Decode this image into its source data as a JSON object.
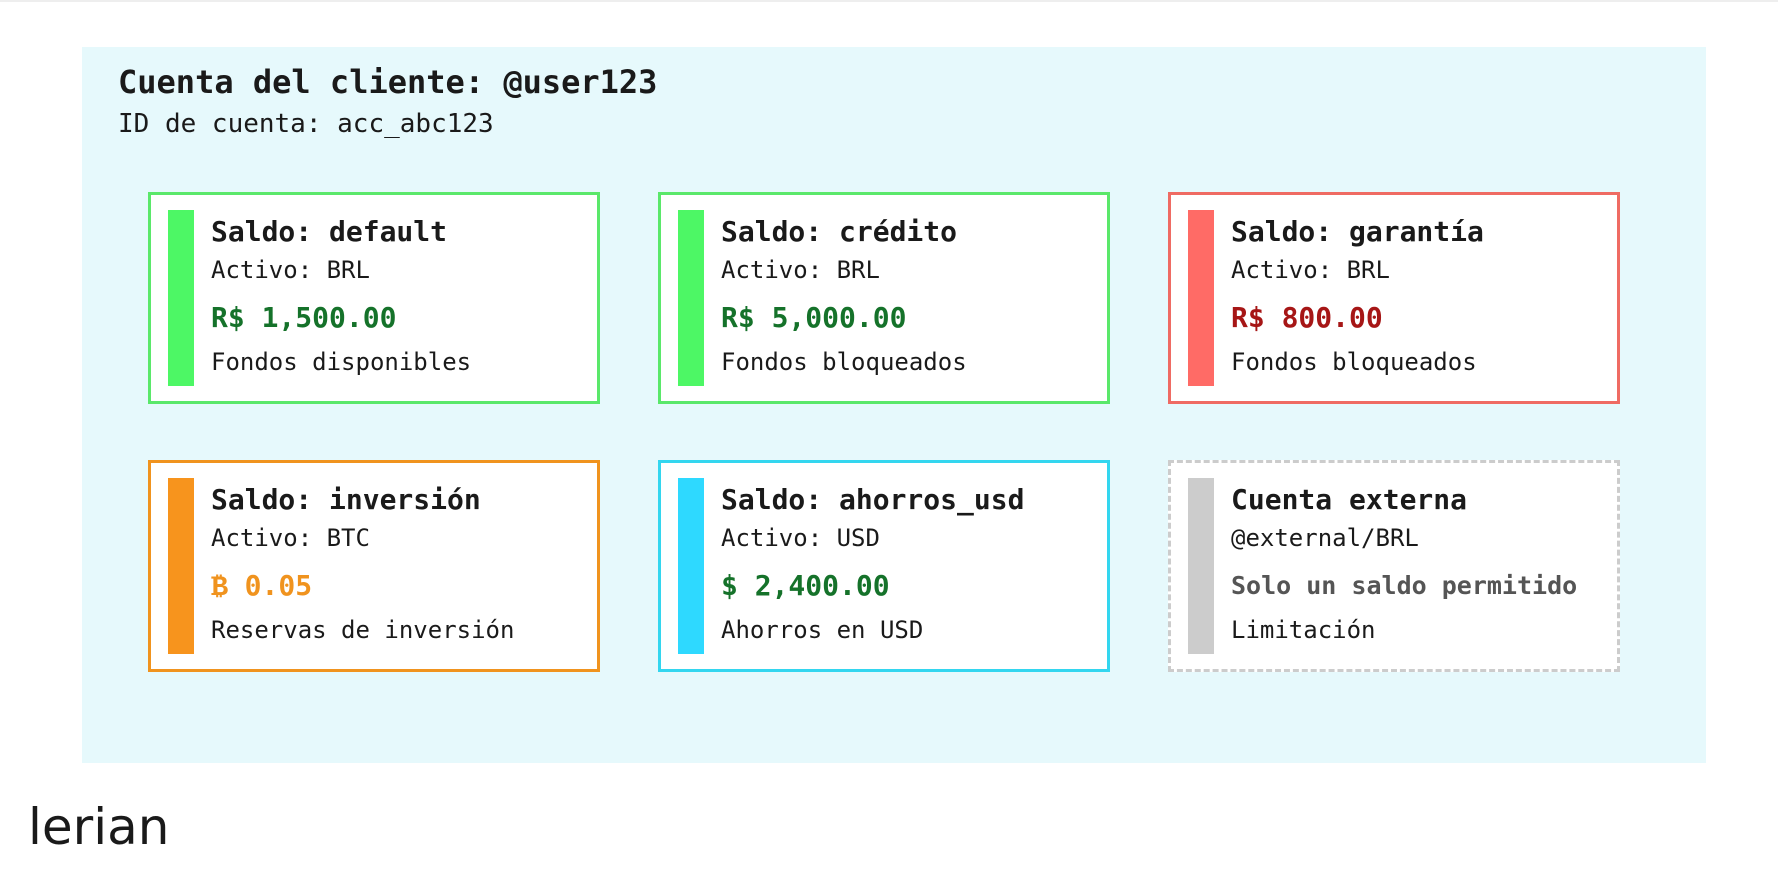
{
  "account": {
    "title": "Cuenta del cliente: @user123",
    "subtitle": "ID de cuenta: acc_abc123"
  },
  "cards": [
    {
      "name": "Saldo: default",
      "asset": "Activo: BRL",
      "amount": "R$ 1,500.00",
      "note": "Fondos disponibles",
      "border_color": "#5ae86a",
      "bar_color": "#4df765",
      "amount_color": "#15722a",
      "border_style": "solid"
    },
    {
      "name": "Saldo: crédito",
      "asset": "Activo: BRL",
      "amount": "R$ 5,000.00",
      "note": "Fondos bloqueados",
      "border_color": "#5ae86a",
      "bar_color": "#4df765",
      "amount_color": "#15722a",
      "border_style": "solid"
    },
    {
      "name": "Saldo: garantía",
      "asset": "Activo: BRL",
      "amount": "R$ 800.00",
      "note": "Fondos bloqueados",
      "border_color": "#ef6b63",
      "bar_color": "#ff6b66",
      "amount_color": "#a61616",
      "border_style": "solid"
    },
    {
      "name": "Saldo: inversión",
      "asset": "Activo: BTC",
      "amount": "₿ 0.05",
      "note": "Reservas de inversión",
      "border_color": "#f0931e",
      "bar_color": "#f7941d",
      "amount_color": "#f0931e",
      "border_style": "solid"
    },
    {
      "name": "Saldo: ahorros_usd",
      "asset": "Activo: USD",
      "amount": "$ 2,400.00",
      "note": "Ahorros en USD",
      "border_color": "#33d6ef",
      "bar_color": "#2ed9ff",
      "amount_color": "#15722a",
      "border_style": "solid"
    },
    {
      "name": "Cuenta externa",
      "asset": "@external/BRL",
      "amount": "Solo un saldo permitido",
      "note": "Limitación",
      "border_color": "#cccccc",
      "bar_color": "#cccccc",
      "amount_color": "#555555",
      "border_style": "dashed"
    }
  ],
  "brand": {
    "logo_text": "lerian"
  },
  "colors": {
    "panel_bg": "#e6f9fc",
    "text": "#1a1a1a"
  }
}
